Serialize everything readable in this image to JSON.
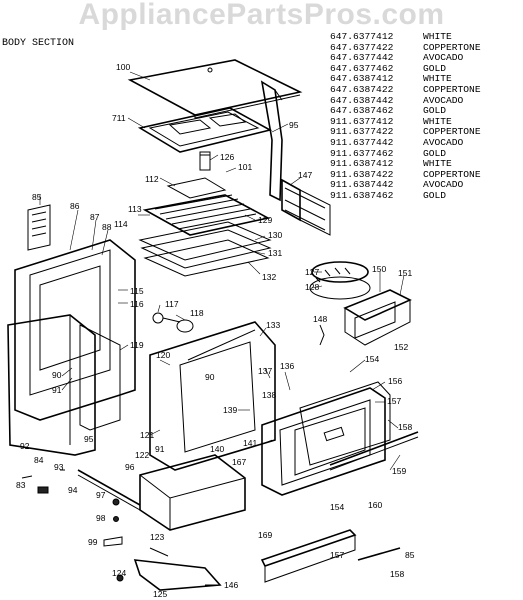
{
  "watermark": "AppliancePartsPros.com",
  "section_title": "BODY SECTION",
  "models": [
    {
      "number": "647.6377412",
      "color": "WHITE"
    },
    {
      "number": "647.6377422",
      "color": "COPPERTONE"
    },
    {
      "number": "647.6377442",
      "color": "AVOCADO"
    },
    {
      "number": "647.6377462",
      "color": "GOLD"
    },
    {
      "number": "647.6387412",
      "color": "WHITE"
    },
    {
      "number": "647.6387422",
      "color": "COPPERTONE"
    },
    {
      "number": "647.6387442",
      "color": "AVOCADO"
    },
    {
      "number": "647.6387462",
      "color": "GOLD"
    },
    {
      "number": "911.6377412",
      "color": "WHITE"
    },
    {
      "number": "911.6377422",
      "color": "COPPERTONE"
    },
    {
      "number": "911.6377442",
      "color": "AVOCADO"
    },
    {
      "number": "911.6377462",
      "color": "GOLD"
    },
    {
      "number": "911.6387412",
      "color": "WHITE"
    },
    {
      "number": "911.6387422",
      "color": "COPPERTONE"
    },
    {
      "number": "911.6387442",
      "color": "AVOCADO"
    },
    {
      "number": "911.6387462",
      "color": "GOLD"
    }
  ],
  "callouts": {
    "c100": "100",
    "c711": "711",
    "c95a": "95",
    "c126": "126",
    "c101": "101",
    "c112": "112",
    "c147": "147",
    "c85": "85",
    "c86": "86",
    "c87": "87",
    "c88": "88",
    "c114": "114",
    "c113": "113",
    "c129": "129",
    "c130": "130",
    "c131": "131",
    "c132": "132",
    "c127": "127",
    "c150": "150",
    "c151": "151",
    "c128": "128",
    "c115": "115",
    "c116": "116",
    "c117": "117",
    "c118": "118",
    "c148": "148",
    "c152": "152",
    "c133": "133",
    "c119": "119",
    "c120": "120",
    "c154a": "154",
    "c90a": "90",
    "c91": "91",
    "c90b": "90",
    "c136": "136",
    "c137": "137",
    "c156": "156",
    "c138": "138",
    "c139": "139",
    "c157a": "157",
    "c95b": "95",
    "c121": "121",
    "c141": "141",
    "c158a": "158",
    "c92": "92",
    "c159": "159",
    "c84": "84",
    "c93": "93",
    "c96": "96",
    "c122": "122",
    "c91b": "91",
    "c140": "140",
    "c167": "167",
    "c83": "83",
    "c94": "94",
    "c97": "97",
    "c98": "98",
    "c160": "160",
    "c154b": "154",
    "c123": "123",
    "c99": "99",
    "c169": "169",
    "c157b": "157",
    "c85b": "85",
    "c124": "124",
    "c158b": "158",
    "c146": "146",
    "c125": "125"
  }
}
